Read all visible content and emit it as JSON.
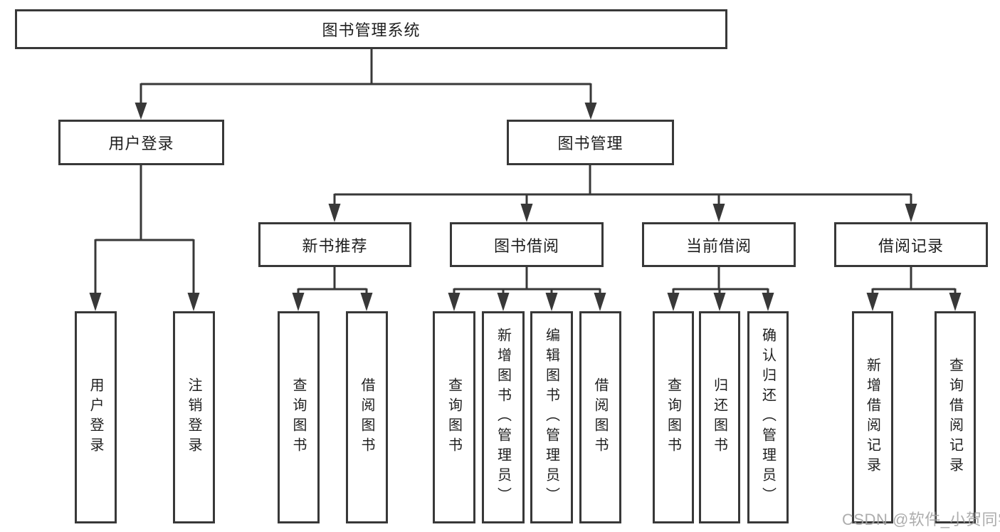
{
  "nodes": {
    "root": "图书管理系统",
    "level2": [
      "用户登录",
      "图书管理"
    ],
    "level3": [
      "新书推荐",
      "图书借阅",
      "当前借阅",
      "借阅记录"
    ],
    "leaves": {
      "user_login": [
        "用户登录",
        "注销登录"
      ],
      "new_books": [
        "查询图书",
        "借阅图书"
      ],
      "book_borrow": [
        "查询图书",
        "新增图书（管理员）",
        "编辑图书（管理员）",
        "借阅图书"
      ],
      "current_borrow": [
        "查询图书",
        "归还图书",
        "确认归还（管理员）"
      ],
      "borrow_records": [
        "新增借阅记录",
        "查询借阅记录"
      ]
    }
  },
  "watermark": "CSDN @软件_小贺同学",
  "colors": {
    "line": "#383838",
    "text": "#1f1f1f",
    "background": "#ffffff",
    "watermark": "#a2a2a2"
  }
}
